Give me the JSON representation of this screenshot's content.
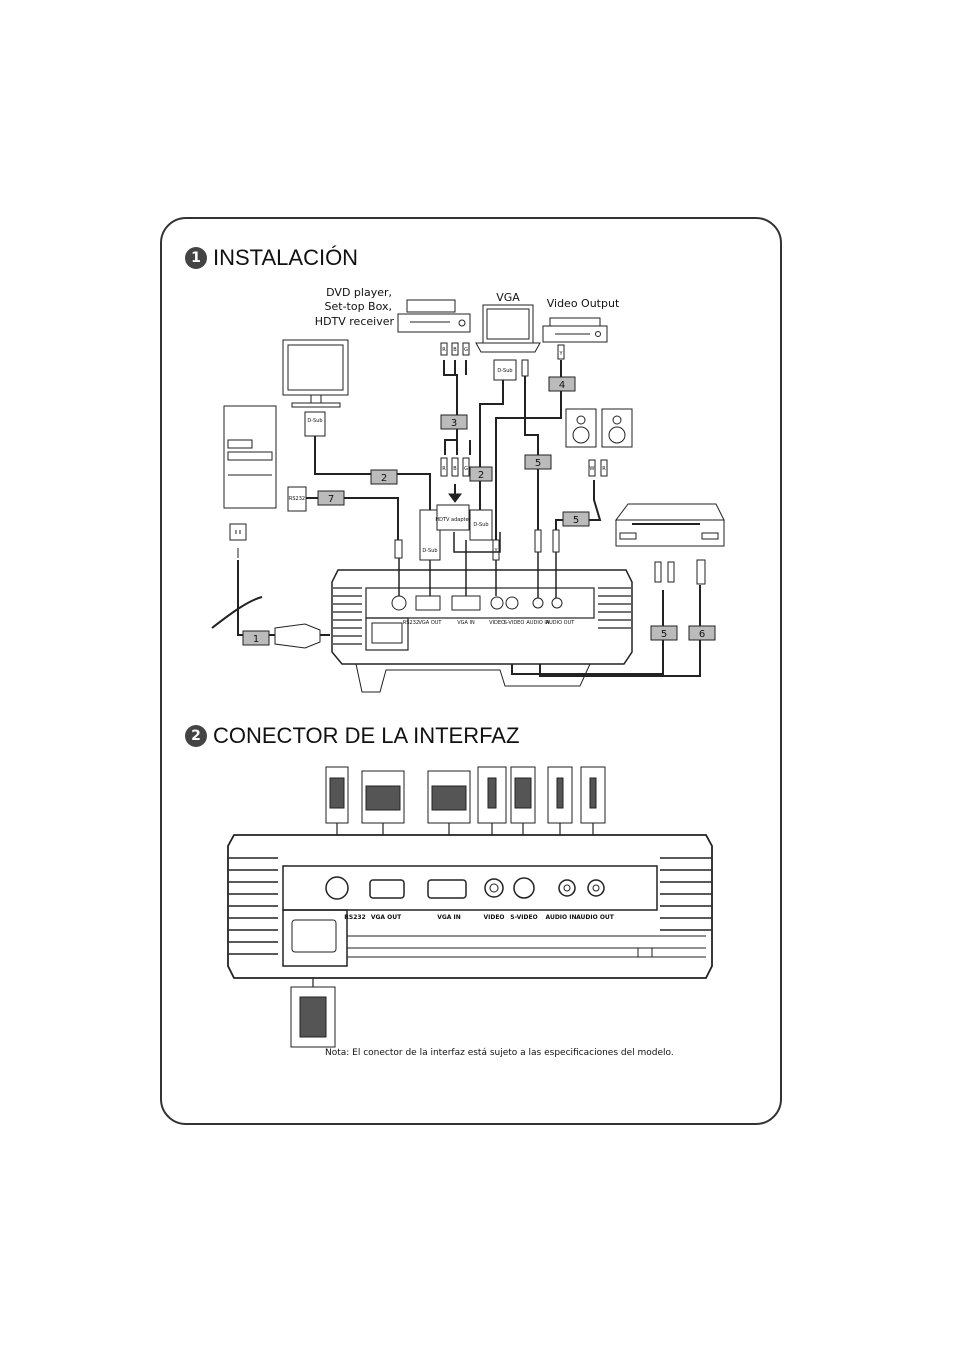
{
  "section1": {
    "number": "1",
    "title": "INSTALACIÓN"
  },
  "section2": {
    "number": "2",
    "title": "CONECTOR DE LA INTERFAZ"
  },
  "devices": {
    "dvd": "DVD player,",
    "settop": "Set-top Box,",
    "hdtv": "HDTV receiver",
    "vga": "VGA",
    "video_output": "Video Output"
  },
  "small_labels": {
    "dsub": "D-Sub",
    "dsub_rev": "D-Sub",
    "rs232": "RS232",
    "hdtv_adapter": "HDTV adapter",
    "rgb_r": "R",
    "rgb_b": "B",
    "rgb_g": "G",
    "audio_w": "W",
    "audio_r": "R",
    "video_y": "Y"
  },
  "cables": {
    "c1": "1",
    "c2a": "2",
    "c2b": "2",
    "c3": "3",
    "c4": "4",
    "c5a": "5",
    "c5b": "5",
    "c5c": "5",
    "c6": "6",
    "c7": "7"
  },
  "ports": {
    "rs232": "RS232",
    "vga_out": "VGA OUT",
    "vga_in": "VGA IN",
    "video": "VIDEO",
    "svideo": "S-VIDEO",
    "audio_in": "AUDIO IN",
    "audio_out": "AUDIO OUT"
  },
  "note": "Nota: El conector de la interfaz está sujeto a las especificaciones del modelo."
}
